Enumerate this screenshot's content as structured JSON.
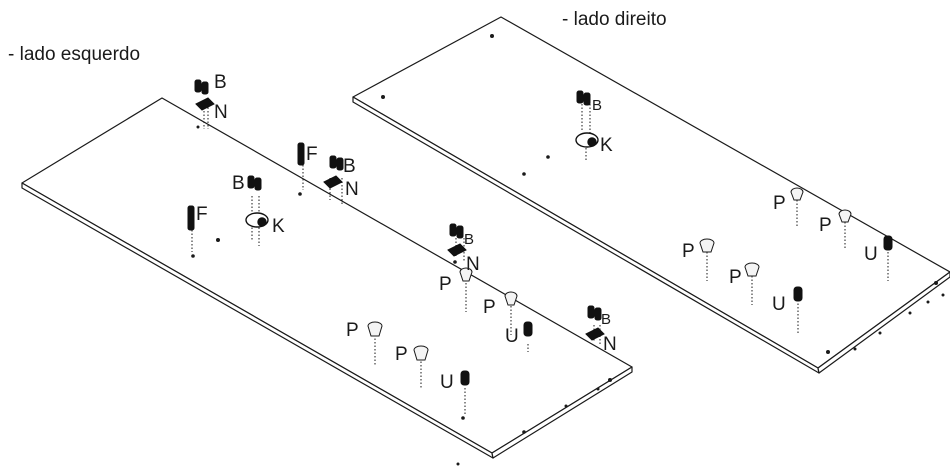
{
  "captions": {
    "left": "- lado esquerdo",
    "right": "- lado direito"
  },
  "part_labels": {
    "B": "B",
    "N": "N",
    "F": "F",
    "K": "K",
    "P": "P",
    "U": "U"
  },
  "colors": {
    "line": "#1a1a1a",
    "panel_fill": "#ffffff",
    "hardware_dark": "#111111",
    "hardware_light": "#f4f4f4"
  }
}
